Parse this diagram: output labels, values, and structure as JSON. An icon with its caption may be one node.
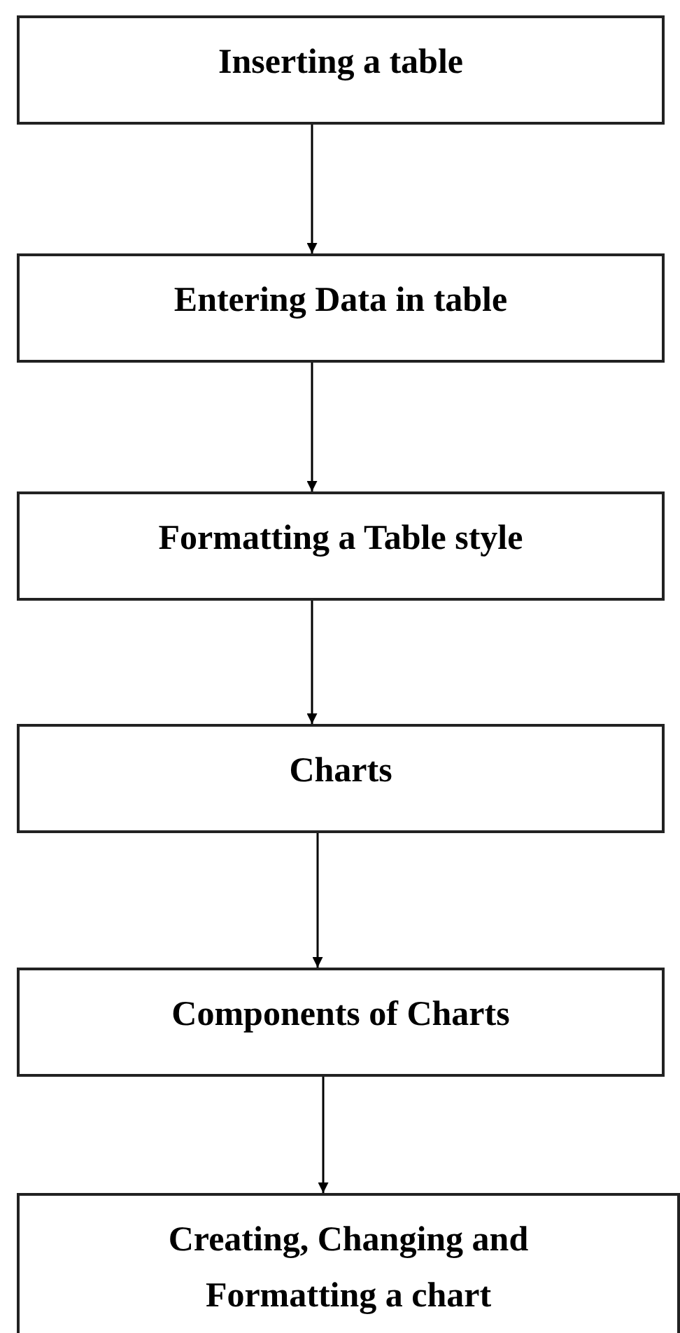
{
  "diagram": {
    "nodes": [
      {
        "text": [
          "Inserting a table"
        ]
      },
      {
        "text": [
          "Entering Data in table"
        ]
      },
      {
        "text": [
          "Formatting a Table style"
        ]
      },
      {
        "text": [
          "Charts"
        ]
      },
      {
        "text": [
          "Components of Charts"
        ]
      },
      {
        "text": [
          "Creating, Changing and Formatting a chart"
        ]
      }
    ],
    "edges": [
      {
        "from": 0,
        "to": 1,
        "arrow": "to"
      },
      {
        "from": 1,
        "to": 2,
        "arrow": "to"
      },
      {
        "from": 2,
        "to": 3,
        "arrow": "to"
      },
      {
        "from": 3,
        "to": 4,
        "arrow": "to"
      },
      {
        "from": 4,
        "to": 5,
        "arrow": "to"
      }
    ]
  }
}
